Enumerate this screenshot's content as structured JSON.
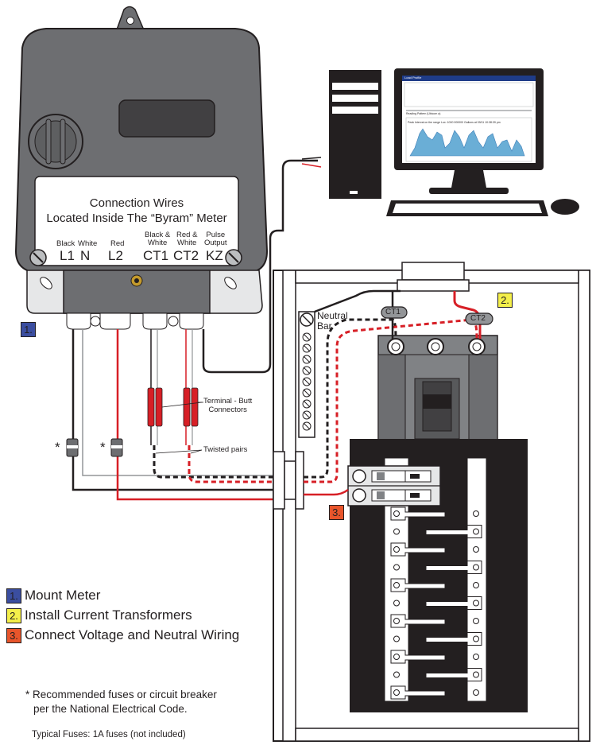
{
  "meter": {
    "title_line1": "Connection Wires",
    "title_line2": "Located Inside The “Byram” Meter",
    "terminals": [
      {
        "top": "Black",
        "code": "L1"
      },
      {
        "top": "White",
        "code": "N"
      },
      {
        "top": "Red",
        "code": "L2"
      },
      {
        "top": "Black &\nWhite",
        "code": "CT1"
      },
      {
        "top": "Red &\nWhite",
        "code": "CT2"
      },
      {
        "top": "Pulse\nOutput",
        "code": "KZ"
      }
    ]
  },
  "annotations": {
    "butt_connectors": "Terminal - Butt\nConnectors",
    "twisted_pairs": "Twisted pairs",
    "neutral_bar": "Neutral\nBar",
    "ct1": "CT1",
    "ct2": "CT2",
    "asterisk": "*"
  },
  "screen": {
    "title": "Load Profile",
    "chart_caption": "Peak Interval on the range Lux: 1000 000000 Gallons at 09/11 10:38:39 pm",
    "section": "Reading Pattern (Ubicom a)",
    "accent_color": "#1f3c88",
    "chart_color": "#6aaed6"
  },
  "steps": [
    {
      "number": "1.",
      "label": "Mount Meter",
      "color": "#3b4ea0"
    },
    {
      "number": "2.",
      "label": "Install Current Transformers",
      "color": "#f4ef4a"
    },
    {
      "number": "3.",
      "label": "Connect Voltage and Neutral Wiring",
      "color": "#e8552b"
    }
  ],
  "footnotes": {
    "fuse_note_line1": "* Recommended fuses or circuit breaker",
    "fuse_note_line2": "per the National Electrical Code.",
    "typical": "Typical Fuses: 1A fuses (not included)"
  },
  "colors": {
    "wire_red": "#d71f26",
    "wire_black": "#231f20",
    "meter_body": "#6d6e71",
    "meter_dark": "#58595b",
    "panel_dark": "#231f20"
  }
}
